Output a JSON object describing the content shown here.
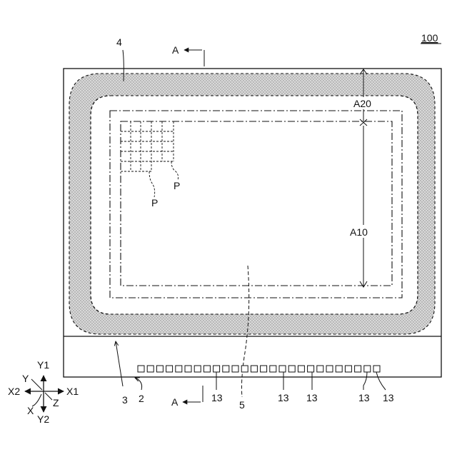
{
  "figure": {
    "ref_number": "100",
    "section_label": "A",
    "labels": {
      "frame_region": "4",
      "display_region": "5",
      "nonfold_region": "3",
      "substrate": "2",
      "pixel_a": "P",
      "pixel_b": "P",
      "dim_vertical": "A10",
      "dim_top": "A20",
      "pad_1": "13",
      "pad_2": "13",
      "pad_3": "13",
      "pad_4": "13",
      "pad_5": "13"
    },
    "axes": {
      "y1": "Y1",
      "y2": "Y2",
      "x1": "X1",
      "x2": "X2",
      "y": "Y",
      "x": "X",
      "z": "Z"
    },
    "pad_count": 26
  },
  "colors": {
    "line": "#111111",
    "stipple": "#bdbdbd",
    "background": "#ffffff"
  }
}
